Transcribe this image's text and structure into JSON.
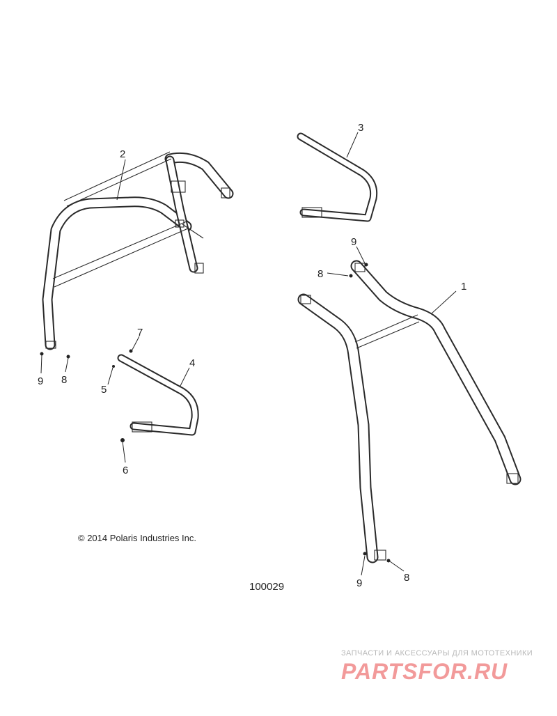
{
  "callouts": {
    "c1": "1",
    "c2": "2",
    "c3": "3",
    "c4": "4",
    "c5": "5",
    "c6": "6",
    "c7": "7",
    "c8a": "8",
    "c8b": "8",
    "c8c": "8",
    "c9a": "9",
    "c9b": "9",
    "c9c": "9"
  },
  "copyright": "© 2014 Polaris Industries Inc.",
  "figure_number": "100029",
  "watermark": {
    "tagline": "ЗАПЧАСТИ И АКСЕССУАРЫ ДЛЯ МОТОТЕХНИКИ",
    "logo": "PARTSFOR.RU"
  },
  "colors": {
    "line": "#2a2a2a",
    "watermark_logo": "#f29a9a",
    "watermark_text": "#b9b9b9"
  }
}
